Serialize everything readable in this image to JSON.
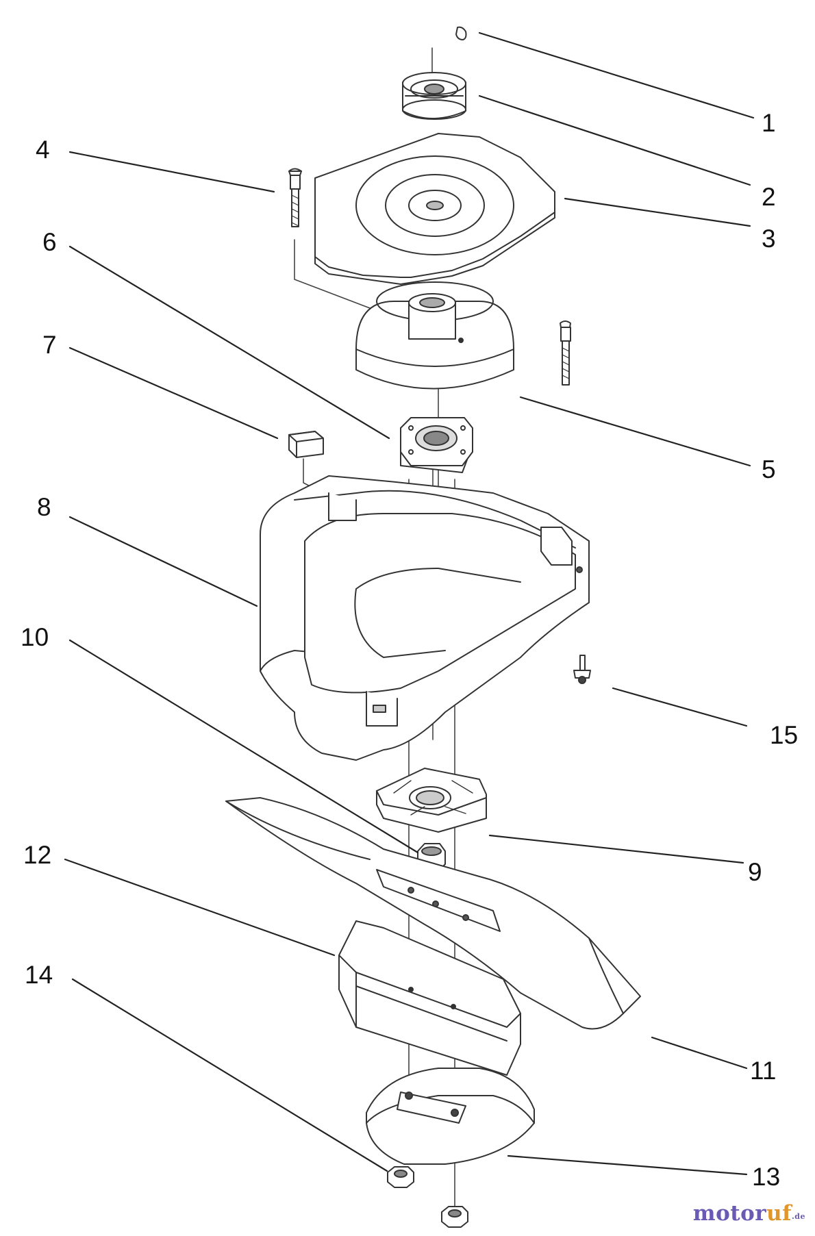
{
  "diagram": {
    "parts": [
      {
        "number": "1"
      },
      {
        "number": "2"
      },
      {
        "number": "3"
      },
      {
        "number": "4"
      },
      {
        "number": "5"
      },
      {
        "number": "6"
      },
      {
        "number": "7"
      },
      {
        "number": "8"
      },
      {
        "number": "9"
      },
      {
        "number": "10"
      },
      {
        "number": "11"
      },
      {
        "number": "12"
      },
      {
        "number": "13"
      },
      {
        "number": "14"
      },
      {
        "number": "15"
      }
    ]
  },
  "watermark": {
    "part1": "motor",
    "part2": "uf",
    "part3": ".de"
  }
}
